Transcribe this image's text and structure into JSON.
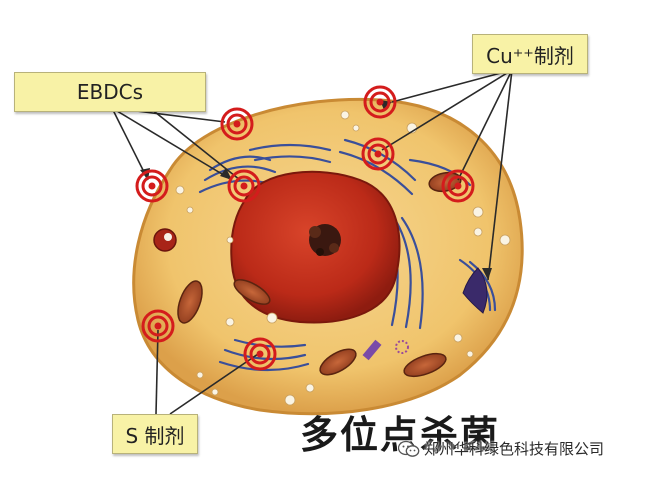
{
  "labels": {
    "ebdcs": "EBDCs",
    "cu": "Cu⁺⁺制剂",
    "s": "S 制剂"
  },
  "caption": "多位点杀菌",
  "watermark": "郑州华科绿色科技有限公司",
  "colors": {
    "cytoplasm": "#f0c46c",
    "cell_edge": "#d99a3a",
    "nucleus": "#c8301c",
    "target_red": "#d41c1c",
    "label_bg": "#f8f2a6"
  }
}
